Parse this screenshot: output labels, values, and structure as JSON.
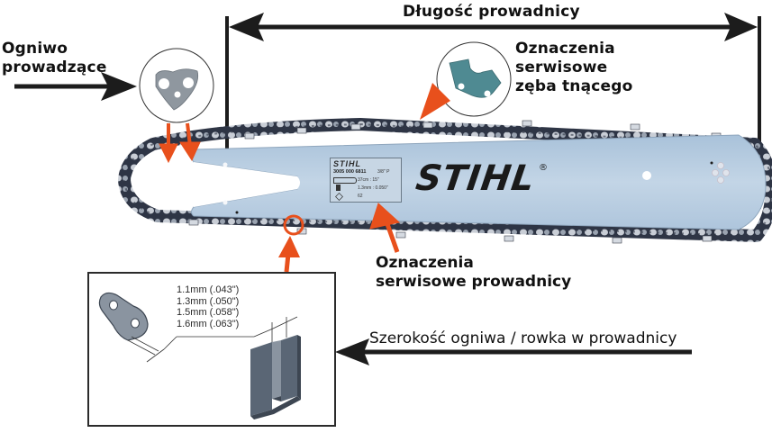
{
  "diagram": {
    "title_length": "Długość prowadnicy",
    "label_drive_link": "Ogniwo\nprowadzące",
    "label_drive_link_line1": "Ogniwo",
    "label_drive_link_line2": "prowadzące",
    "label_cutter_marks_line1": "Oznaczenia",
    "label_cutter_marks_line2": "serwisowe",
    "label_cutter_marks_line3": "zęba tnącego",
    "label_bar_marks_line1": "Oznaczenia",
    "label_bar_marks_line2": "serwisowe prowadnicy",
    "label_gauge": "Szerokość ogniwa / rowka w prowadnicy",
    "bar_brand": "STIHL",
    "bar_brand_reg": "®",
    "plate": {
      "brand": "STIHL",
      "part_number": "3005 000 6811",
      "pitch": "3/8\" P",
      "length": "37cm : 15\"",
      "gauge": "1.3mm : 0.050\"",
      "drive_links": "62"
    },
    "gauge_options": [
      "1.1mm (.043\")",
      "1.3mm (.050\")",
      "1.5mm (.058\")",
      "1.6mm (.063\")"
    ],
    "colors": {
      "arrow_black": "#1c1c1c",
      "arrow_orange": "#e8501c",
      "bar_blue": "#b9cde0",
      "chain_dark": "#2e3545",
      "chain_silver": "#c9ced6",
      "part_gray": "#8a94a0",
      "part_teal": "#4f8a92"
    }
  }
}
